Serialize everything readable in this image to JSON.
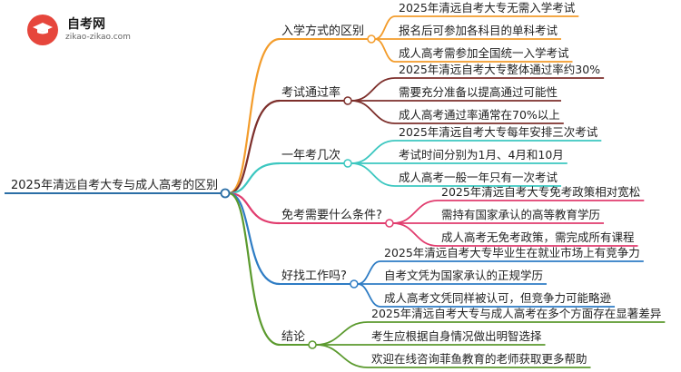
{
  "logo": {
    "name": "自考网",
    "url": "zikao-zikao.com",
    "brand_color": "#e6463c"
  },
  "root": {
    "label": "2025年清远自考大专与成人高考的区别",
    "color": "#2b6ea6"
  },
  "branches": [
    {
      "label": "入学方式的区别",
      "color": "#f39c2b",
      "leaves": [
        "2025年清远自考大专无需入学考试",
        "报名后可参加各科目的单科考试",
        "成人高考需参加全国统一入学考试"
      ]
    },
    {
      "label": "考试通过率",
      "color": "#7d2f2b",
      "leaves": [
        "2025年清远自考大专整体通过率约30%",
        "需要充分准备以提高通过可能性",
        "成人高考通过率通常在70%以上"
      ]
    },
    {
      "label": "一年考几次",
      "color": "#3cc7c0",
      "leaves": [
        "2025年清远自考大专每年安排三次考试",
        "考试时间分别为1月、4月和10月",
        "成人高考一般一年只有一次考试"
      ]
    },
    {
      "label": "免考需要什么条件?",
      "color": "#e13c6e",
      "leaves": [
        "2025年清远自考大专免考政策相对宽松",
        "需持有国家承认的高等教育学历",
        "成人高考无免考政策，需完成所有课程"
      ]
    },
    {
      "label": "好找工作吗?",
      "color": "#2e7cc4",
      "leaves": [
        "2025年清远自考大专毕业生在就业市场上有竞争力",
        "自考文凭为国家承认的正规学历",
        "成人高考文凭同样被认可，但竞争力可能略逊"
      ]
    },
    {
      "label": "结论",
      "color": "#5b9a2e",
      "leaves": [
        "2025年清远自考大专与成人高考在多个方面存在显著差异",
        "考生应根据自身情况做出明智选择",
        "欢迎在线咨询菲鱼教育的老师获取更多帮助"
      ]
    }
  ]
}
